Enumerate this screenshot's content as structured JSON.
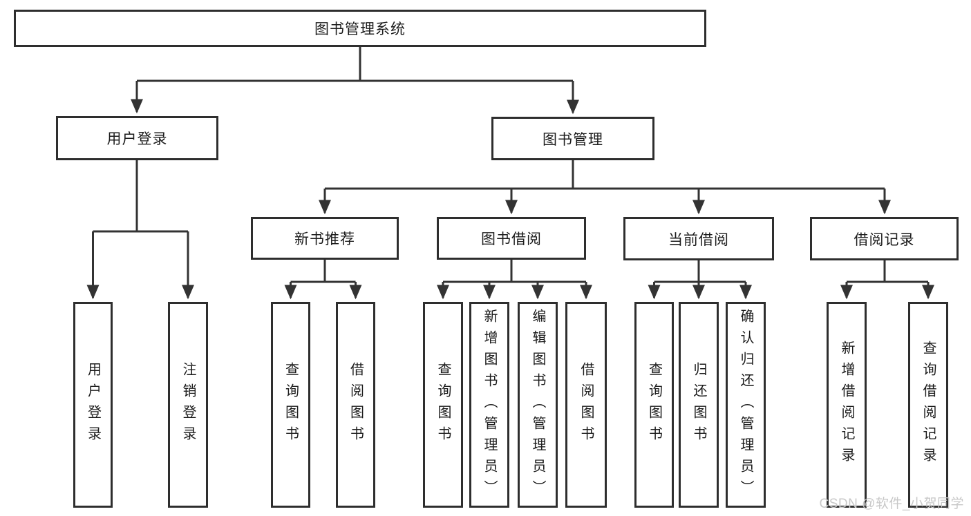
{
  "diagram": {
    "title": "图书管理系统",
    "children": [
      {
        "label": "用户登录",
        "children": [
          {
            "label": "用户登录"
          },
          {
            "label": "注销登录"
          }
        ]
      },
      {
        "label": "图书管理",
        "children": [
          {
            "label": "新书推荐",
            "children": [
              {
                "label": "查询图书"
              },
              {
                "label": "借阅图书"
              }
            ]
          },
          {
            "label": "图书借阅",
            "children": [
              {
                "label": "查询图书"
              },
              {
                "label": "新增图书（管理员）"
              },
              {
                "label": "编辑图书（管理员）"
              },
              {
                "label": "借阅图书"
              }
            ]
          },
          {
            "label": "当前借阅",
            "children": [
              {
                "label": "查询图书"
              },
              {
                "label": "归还图书"
              },
              {
                "label": "确认归还（管理员）"
              }
            ]
          },
          {
            "label": "借阅记录",
            "children": [
              {
                "label": "新增借阅记录"
              },
              {
                "label": "查询借阅记录"
              }
            ]
          }
        ]
      }
    ]
  },
  "watermark": {
    "text": "CSDN @软件_小贺同学"
  },
  "colors": {
    "line": "#333333",
    "box_border": "#2e2e2e",
    "text": "#1c1c1c",
    "watermark": "#c8c8c8",
    "background": "#ffffff"
  }
}
